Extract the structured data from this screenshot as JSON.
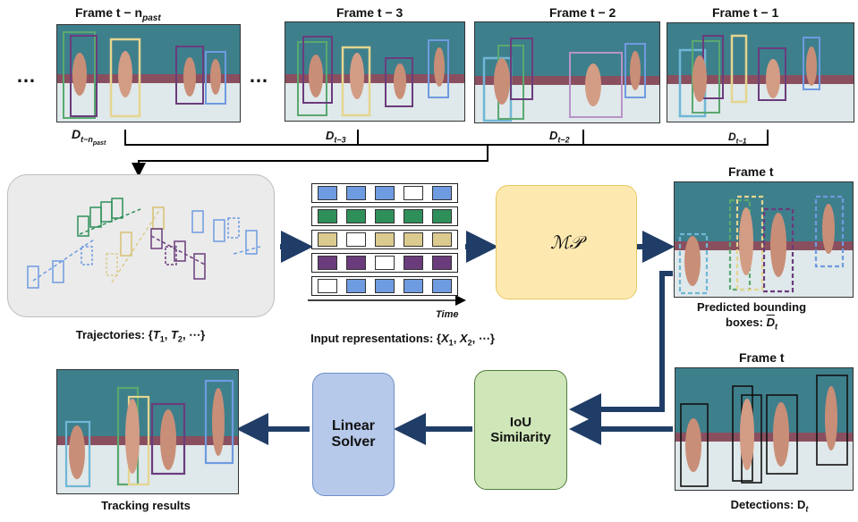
{
  "frames_top": [
    {
      "title": "Frame t − n",
      "title_sub": "past",
      "det": "D",
      "det_sub": "t−n",
      "det_subsub": "past"
    },
    {
      "title": "Frame t − 3",
      "det": "D",
      "det_sub": "t−3"
    },
    {
      "title": "Frame t − 2",
      "det": "D",
      "det_sub": "t−2"
    },
    {
      "title": "Frame t − 1",
      "det": "D",
      "det_sub": "t−1"
    }
  ],
  "ellipsis": "…",
  "trajectories_caption": "Trajectories: {T",
  "trajectories_caption_parts": [
    "Trajectories: {",
    "T",
    "1",
    ", ",
    "T",
    "2",
    ", ⋯}"
  ],
  "input_caption_parts": [
    "Input representations: {",
    "X",
    "1",
    ", ",
    "X",
    "2",
    ", ⋯}"
  ],
  "time_label": "Time",
  "mp_label": "ℳ𝒫",
  "predicted_frame_title": "Frame t",
  "predicted_caption_line1": "Predicted bounding",
  "predicted_caption_line2": "boxes: ",
  "predicted_symbol": "D",
  "predicted_symbol_sub": "t",
  "detections_frame_title": "Frame t",
  "detections_caption": "Detections: D",
  "detections_caption_sub": "t",
  "iou_label_line1": "IoU",
  "iou_label_line2": "Similarity",
  "solver_label_line1": "Linear",
  "solver_label_line2": "Solver",
  "tracking_caption": "Tracking results",
  "colors": {
    "blue": "#6f9be0",
    "green": "#2f8f5a",
    "tan": "#dccb8f",
    "purple": "#6b3c7c",
    "arrow": "#1f3d66",
    "mp_fill": "#fde9b0",
    "mp_border": "#e8c860",
    "iou_fill": "#cfe6b8",
    "iou_border": "#4f7d3a",
    "solver_fill": "#b7c9ea",
    "solver_border": "#6f8fc8"
  },
  "input_rows": [
    [
      "blue",
      "blue",
      "blue",
      "empty",
      "blue"
    ],
    [
      "green",
      "green",
      "green",
      "green",
      "green"
    ],
    [
      "tan",
      "empty",
      "tan",
      "tan",
      "tan"
    ],
    [
      "purple",
      "purple",
      "empty",
      "purple",
      "purple"
    ],
    [
      "empty",
      "blue",
      "blue",
      "blue",
      "blue"
    ]
  ]
}
